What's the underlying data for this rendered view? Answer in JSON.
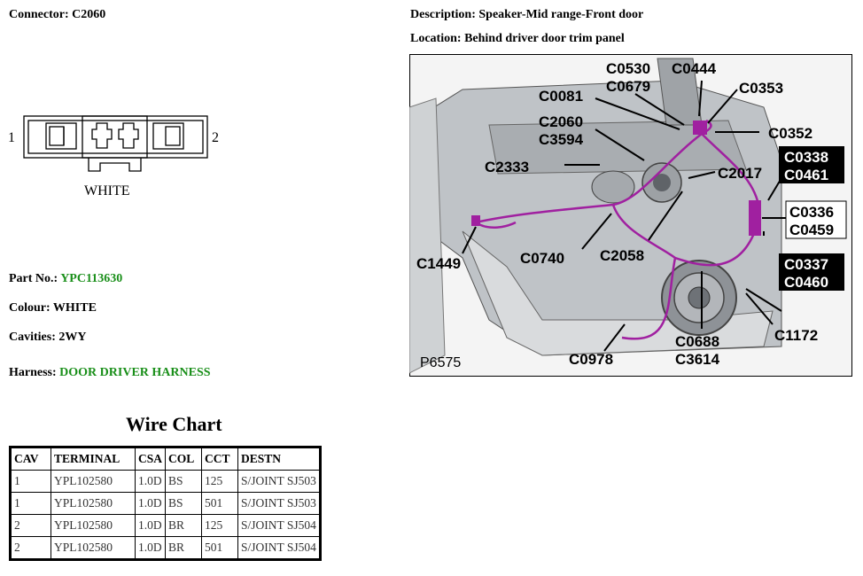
{
  "connector": {
    "label": "Connector:",
    "value": "C2060"
  },
  "description": {
    "label": "Description:",
    "value": "Speaker-Mid range-Front door"
  },
  "location": {
    "label": "Location:",
    "value": "Behind driver door trim panel"
  },
  "diagram": {
    "pin_left": "1",
    "pin_right": "2",
    "color_label": "WHITE"
  },
  "part_no": {
    "label": "Part No.:",
    "value": "YPC113630"
  },
  "colour": {
    "label": "Colour:",
    "value": "WHITE"
  },
  "cavities": {
    "label": "Cavities:",
    "value": "2WY"
  },
  "harness": {
    "label": "Harness:",
    "value": "DOOR DRIVER HARNESS"
  },
  "wire_chart": {
    "title": "Wire Chart",
    "headers": [
      "CAV",
      "TERMINAL",
      "CSA",
      "COL",
      "CCT",
      "DESTN"
    ],
    "rows": [
      [
        "1",
        "YPL102580",
        "1.0D",
        "BS",
        "125",
        "S/JOINT SJ503"
      ],
      [
        "1",
        "YPL102580",
        "1.0D",
        "BS",
        "501",
        "S/JOINT SJ503"
      ],
      [
        "2",
        "YPL102580",
        "1.0D",
        "BR",
        "125",
        "S/JOINT SJ504"
      ],
      [
        "2",
        "YPL102580",
        "1.0D",
        "BR",
        "501",
        "S/JOINT SJ504"
      ]
    ]
  },
  "photo": {
    "ref": "P6575",
    "callouts": {
      "c0530": "C0530",
      "c0679": "C0679",
      "c0444": "C0444",
      "c0353": "C0353",
      "c0081": "C0081",
      "c2060": "C2060",
      "c3594": "C3594",
      "c0352": "C0352",
      "c2333": "C2333",
      "c2017": "C2017",
      "c0338": "C0338",
      "c0461": "C0461",
      "c0336": "C0336",
      "c0459": "C0459",
      "c1449": "C1449",
      "c0740": "C0740",
      "c2058": "C2058",
      "c0337": "C0337",
      "c0460": "C0460",
      "c0688": "C0688",
      "c3614": "C3614",
      "c1172": "C1172",
      "c0978": "C0978"
    }
  }
}
